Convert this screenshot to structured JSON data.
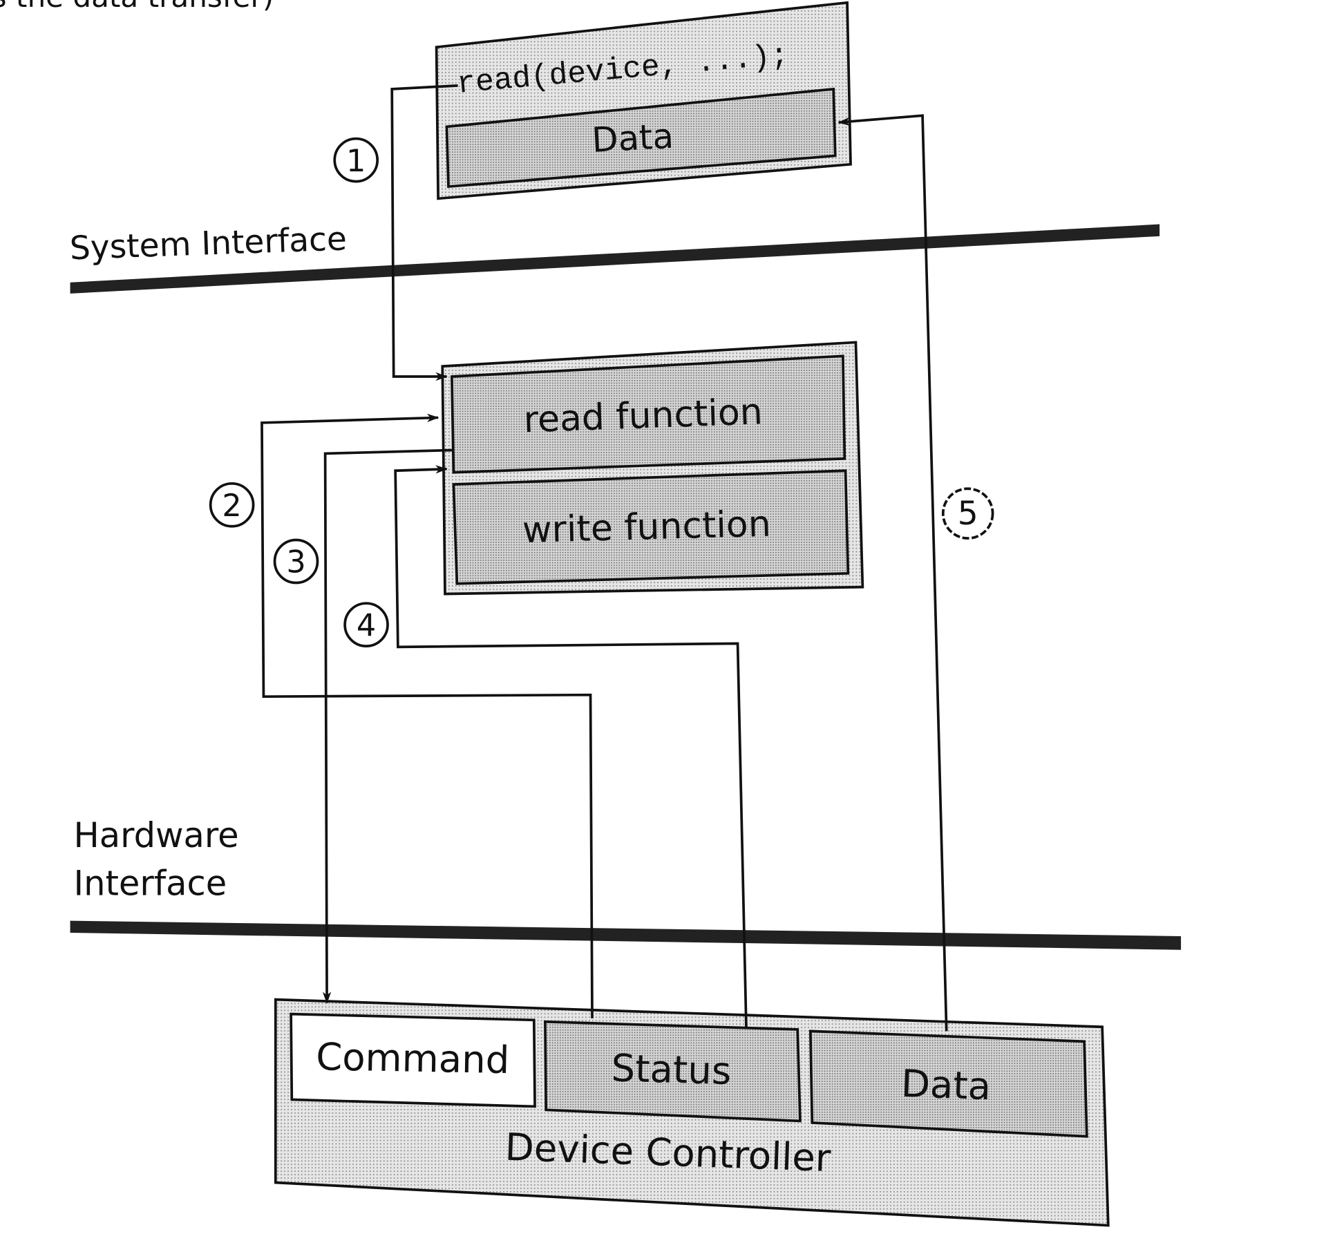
{
  "caption_fragment": "s the data transfer)",
  "user_box": {
    "code": "read(device, ...);",
    "data_label": "Data"
  },
  "system_interface_label": "System Interface",
  "driver_box": {
    "read_label": "read function",
    "write_label": "write function"
  },
  "hardware_interface_label": [
    "Hardware",
    "Interface"
  ],
  "controller": {
    "title": "Device Controller",
    "registers": [
      "Command",
      "Status",
      "Data"
    ]
  },
  "steps": [
    "1",
    "2",
    "3",
    "4",
    "5"
  ],
  "colors": {
    "ink": "#111111",
    "shade": "#d8d8d8",
    "shade_dark": "#c4c4c4"
  }
}
